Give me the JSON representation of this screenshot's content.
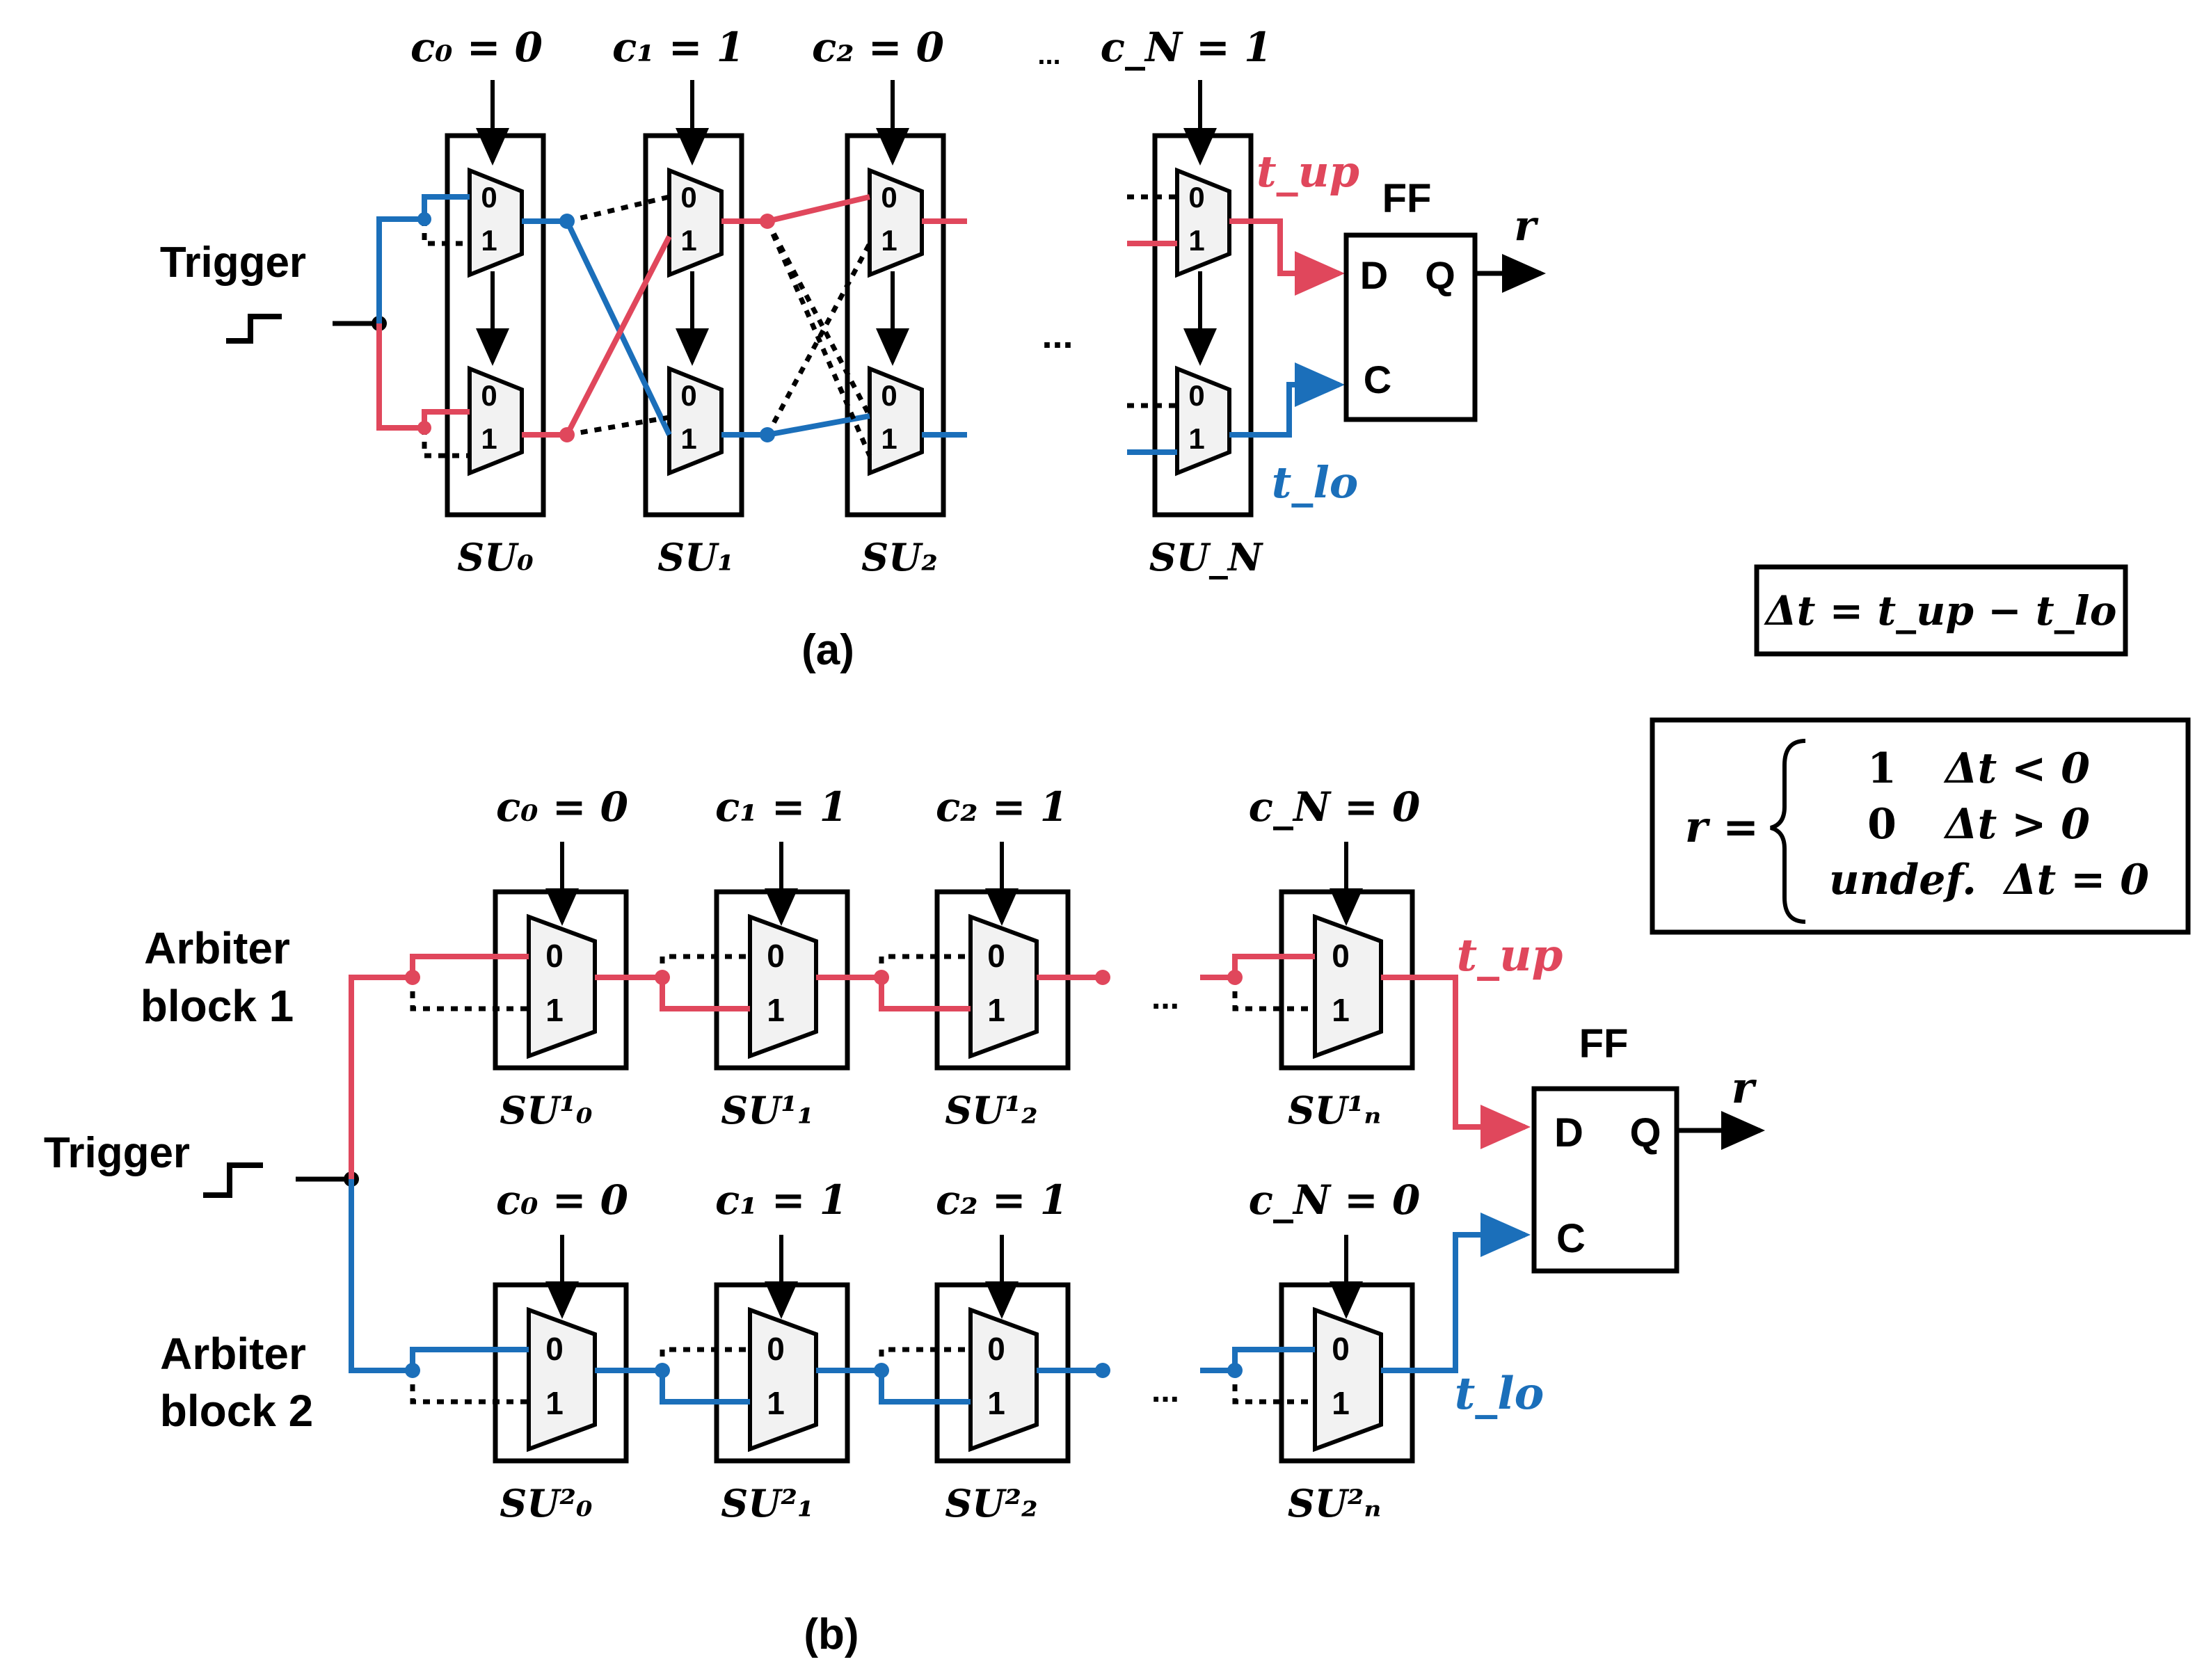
{
  "colors": {
    "red": "#e0475c",
    "blue": "#1b6fba",
    "black": "#000000",
    "mux_fill": "#f2f2f2"
  },
  "panel_a": {
    "caption": "(a)",
    "trigger_label": "Trigger",
    "challenges": [
      "c₀ = 0",
      "c₁ = 1",
      "c₂ = 0",
      "c_N = 1"
    ],
    "challenge_ellipsis": "...",
    "units": [
      "SU₀",
      "SU₁",
      "SU₂",
      "SU_N"
    ],
    "middle_ellipsis": "...",
    "mux_input_labels": [
      "0",
      "1"
    ],
    "t_up": "t_up",
    "t_lo": "t_lo",
    "ff": {
      "title": "FF",
      "d": "D",
      "q": "Q",
      "c": "C",
      "output": "r"
    }
  },
  "panel_b": {
    "caption": "(b)",
    "trigger_label": "Trigger",
    "blocks": [
      {
        "label_line1": "Arbiter",
        "label_line2": "block 1",
        "challenges": [
          "c₀ = 0",
          "c₁ = 1",
          "c₂ = 1",
          "c_N = 0"
        ],
        "units": [
          "SU¹₀",
          "SU¹₁",
          "SU¹₂",
          "SU¹ₙ"
        ]
      },
      {
        "label_line1": "Arbiter",
        "label_line2": "block 2",
        "challenges": [
          "c₀ = 0",
          "c₁ = 1",
          "c₂ = 1",
          "c_N = 0"
        ],
        "units": [
          "SU²₀",
          "SU²₁",
          "SU²₂",
          "SU²ₙ"
        ]
      }
    ],
    "ellipsis": "...",
    "t_up": "t_up",
    "t_lo": "t_lo",
    "ff": {
      "title": "FF",
      "d": "D",
      "q": "Q",
      "c": "C",
      "output": "r"
    }
  },
  "equations": {
    "delta": "Δt =  t_up − t_lo",
    "r_def": "r =",
    "cases": [
      {
        "value": "1",
        "cond": "Δt < 0"
      },
      {
        "value": "0",
        "cond": "Δt > 0"
      },
      {
        "value": "undef.",
        "cond": "Δt = 0"
      }
    ]
  }
}
